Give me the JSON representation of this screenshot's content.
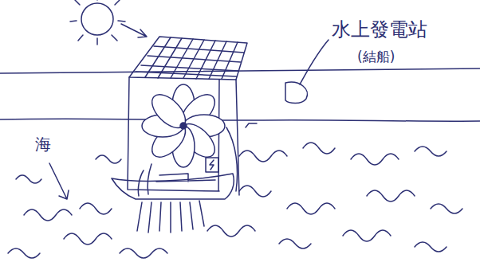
{
  "diagram": {
    "labels": [
      "水上發電站",
      "(結船)",
      "海"
    ]
  }
}
